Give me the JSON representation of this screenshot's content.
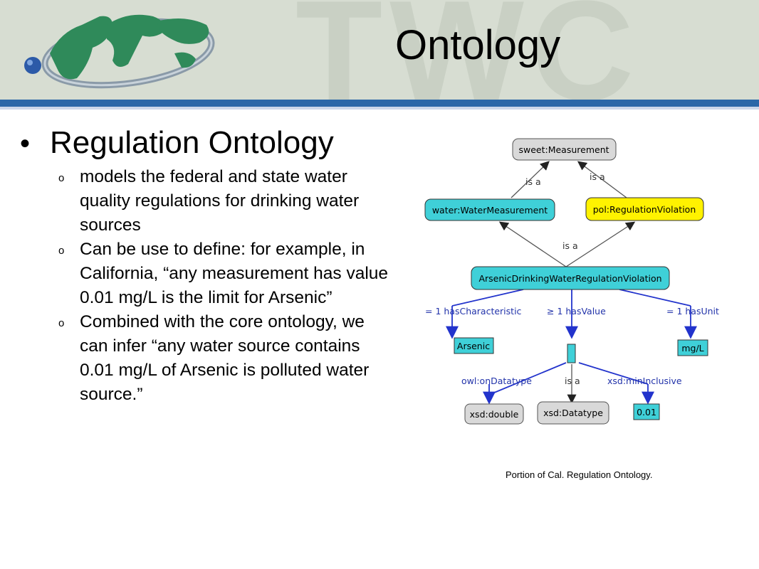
{
  "slide": {
    "title": "Ontology",
    "watermark": "TWC"
  },
  "content": {
    "heading": "Regulation Ontology",
    "items": [
      "models the federal and state water quality regulations for drinking water sources",
      "Can be use to define: for example, in California, “any measurement has value 0.01 mg/L is the limit for Arsenic”",
      "Combined with the core ontology, we can infer “any water source contains 0.01 mg/L of Arsenic is polluted water source.”"
    ],
    "bullet_marker": "o"
  },
  "diagram": {
    "nodes": {
      "measurement": "sweet:Measurement",
      "water_measurement": "water:WaterMeasurement",
      "regulation_violation": "pol:RegulationViolation",
      "arsenic_violation": "ArsenicDrinkingWaterRegulationViolation",
      "arsenic": "Arsenic",
      "mgl": "mg/L",
      "xsd_double": "xsd:double",
      "xsd_datatype": "xsd:Datatype",
      "value": "0.01"
    },
    "edges": {
      "is_a_1": "is a",
      "is_a_2": "is a",
      "is_a_3": "is a",
      "is_a_4": "is a",
      "has_characteristic": "= 1 hasCharacteristic",
      "has_value": "≥ 1 hasValue",
      "has_unit": "= 1 hasUnit",
      "on_datatype": "owl:onDatatype",
      "min_inclusive": "xsd:minInclusive"
    },
    "colors": {
      "gray_node": "#d9d9d9",
      "cyan_node": "#3fd0d8",
      "yellow_node": "#fff200",
      "blue_edge": "#2233cc"
    }
  },
  "caption": "Portion of Cal. Regulation Ontology."
}
